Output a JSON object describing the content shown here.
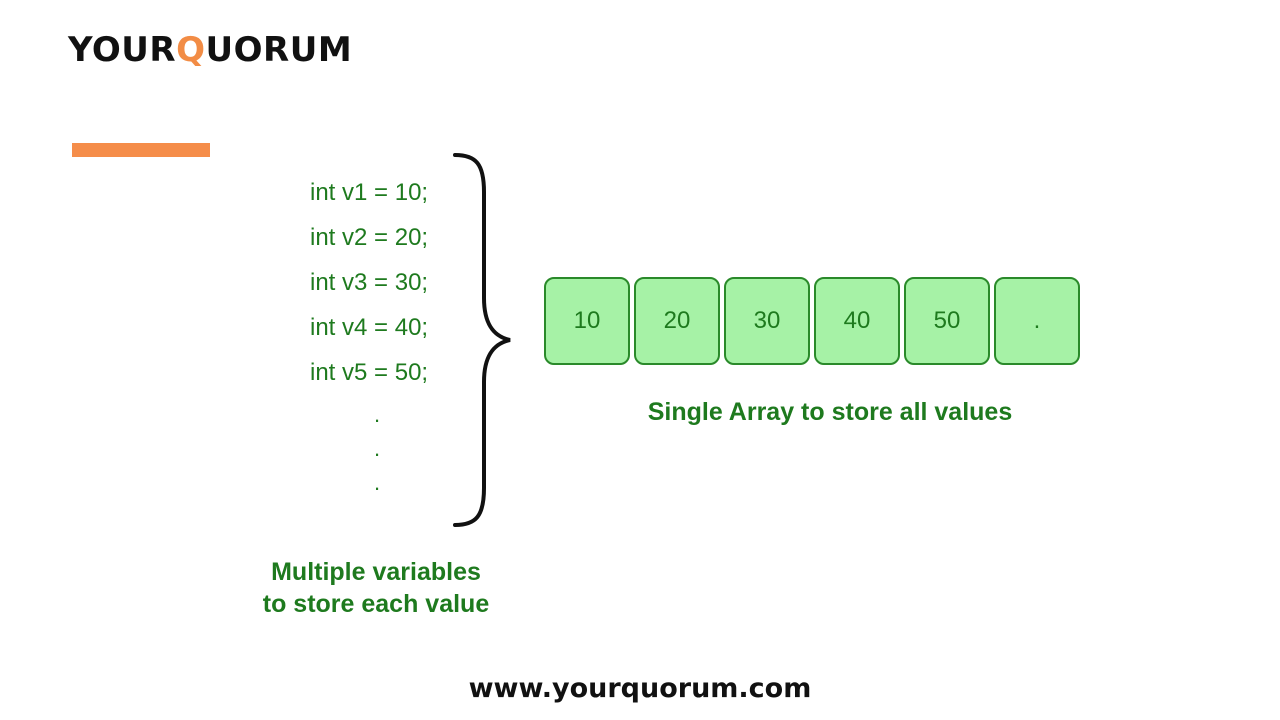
{
  "brand": {
    "prefix": "YOUR",
    "accent_letter": "Q",
    "suffix": "UORUM",
    "accent_color": "#f28c45"
  },
  "diagram": {
    "variables": [
      "int v1 = 10;",
      "int v2 = 20;",
      "int v3 = 30;",
      "int v4 = 40;",
      "int v5 = 50;"
    ],
    "ellipsis": [
      ".",
      ".",
      "."
    ],
    "variables_caption_line1": "Multiple variables",
    "variables_caption_line2": "to store each value",
    "array_cells": [
      "10",
      "20",
      "30",
      "40",
      "50",
      "."
    ],
    "array_caption": "Single Array to store all values",
    "text_color": "#1e7a1e",
    "cell_fill": "#a6f2a6",
    "cell_border": "#2a8a2a"
  },
  "footer": {
    "url": "www.yourquorum.com"
  }
}
